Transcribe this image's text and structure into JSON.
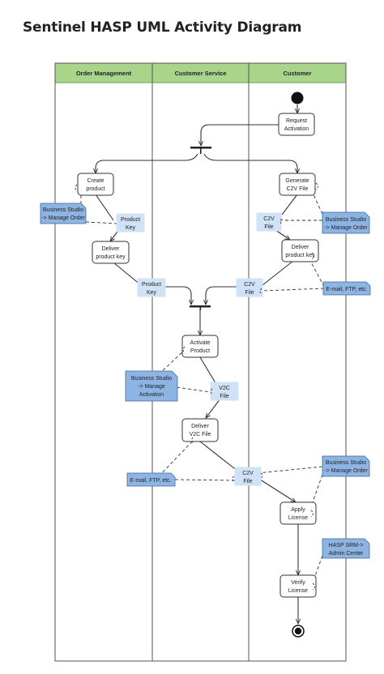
{
  "title": "Sentinel HASP UML Activity Diagram",
  "lanes": [
    {
      "label": "Order Management"
    },
    {
      "label": "Customer Service"
    },
    {
      "label": "Customer"
    }
  ],
  "activities": [
    {
      "id": "request",
      "lines": [
        "Request",
        "Activation"
      ]
    },
    {
      "id": "create",
      "lines": [
        "Create",
        "product"
      ]
    },
    {
      "id": "generate",
      "lines": [
        "Generate",
        "C2V File"
      ]
    },
    {
      "id": "deliver-key",
      "lines": [
        "Deliver",
        "product key"
      ]
    },
    {
      "id": "deliver-c2v",
      "lines": [
        "Deliver",
        "product key"
      ]
    },
    {
      "id": "activate",
      "lines": [
        "Activate",
        "Product"
      ]
    },
    {
      "id": "deliver-v2c",
      "lines": [
        "Deliver",
        "V2C File"
      ]
    },
    {
      "id": "apply",
      "lines": [
        "Apply",
        "License"
      ]
    },
    {
      "id": "verify",
      "lines": [
        "Verify",
        "License"
      ]
    }
  ],
  "objects": [
    {
      "id": "pk1",
      "lines": [
        "Product",
        "Key"
      ]
    },
    {
      "id": "c2v1",
      "lines": [
        "C2V",
        "File"
      ]
    },
    {
      "id": "pk2",
      "lines": [
        "Product",
        "Key"
      ]
    },
    {
      "id": "c2v2",
      "lines": [
        "C2V",
        "File"
      ]
    },
    {
      "id": "v2c",
      "lines": [
        "V2C",
        "File"
      ]
    },
    {
      "id": "c2v3",
      "lines": [
        "C2V",
        "File"
      ]
    }
  ],
  "notes": [
    {
      "id": "n1",
      "lines": [
        "Business Studio",
        "-> Manage Order"
      ]
    },
    {
      "id": "n2",
      "lines": [
        "Business Studio",
        "-> Manage Order"
      ]
    },
    {
      "id": "n3",
      "lines": [
        "E-mail, FTP, etc."
      ]
    },
    {
      "id": "n4",
      "lines": [
        "Business Studio",
        "-> Manage",
        "Activation"
      ]
    },
    {
      "id": "n5",
      "lines": [
        "Business Studio",
        "-> Manage Order"
      ]
    },
    {
      "id": "n6",
      "lines": [
        "E-mail, FTP, etc."
      ]
    },
    {
      "id": "n7",
      "lines": [
        "HASP SRM->",
        "Admin Center"
      ]
    }
  ],
  "colors": {
    "lane_header": "#a8d58a",
    "lane_header_border": "#6f9e52",
    "object_fill": "#cfe2f6",
    "note_fill": "#8db4e2",
    "note_border": "#3d6a9a",
    "line": "#333333"
  }
}
